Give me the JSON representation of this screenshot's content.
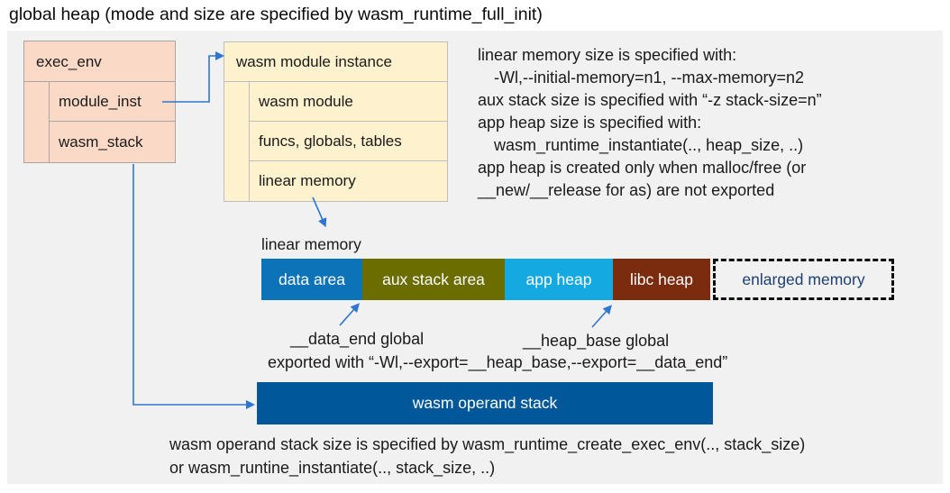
{
  "title": "global heap (mode and size are specified by wasm_runtime_full_init)",
  "exec_env": {
    "header": "exec_env",
    "rows": [
      "module_inst",
      "wasm_stack"
    ]
  },
  "module_instance": {
    "header": "wasm module instance",
    "rows": [
      "wasm module",
      "funcs, globals, tables",
      "linear memory"
    ]
  },
  "notes_top": {
    "lines": [
      "linear memory size is specified with:",
      "-Wl,--initial-memory=n1, --max-memory=n2",
      "aux stack size is specified with “-z stack-size=n”",
      "app heap size is specified with:",
      "wasm_runtime_instantiate(.., heap_size, ..)",
      "app heap is created only when malloc/free (or",
      "__new/__release for as) are not exported"
    ]
  },
  "linear_memory": {
    "label": "linear memory",
    "segments": [
      {
        "label": "data area",
        "color": "#0d73b8"
      },
      {
        "label": "aux stack area",
        "color": "#6b6d00"
      },
      {
        "label": "app heap",
        "color": "#14a9e0"
      },
      {
        "label": "libc heap",
        "color": "#7b2b0e"
      }
    ],
    "enlarged_label": "enlarged memory",
    "enlarged_text_color": "#1b3f72"
  },
  "annotations": {
    "data_end": "__data_end global",
    "heap_base": "__heap_base global",
    "exported": "exported with “-Wl,--export=__heap_base,--export=__data_end”"
  },
  "operand_stack": {
    "label": "wasm operand stack",
    "color": "#00589b"
  },
  "notes_bottom": {
    "lines": [
      "wasm operand stack size is specified by wasm_runtime_create_exec_env(.., stack_size)",
      "or wasm_runtine_instantiate(.., stack_size, ..)"
    ]
  },
  "colors": {
    "panel_bg": "#f1f1f1",
    "exec_fill": "#fbd9c7",
    "module_fill": "#fdf1ce",
    "arrow": "#2e76cf"
  }
}
